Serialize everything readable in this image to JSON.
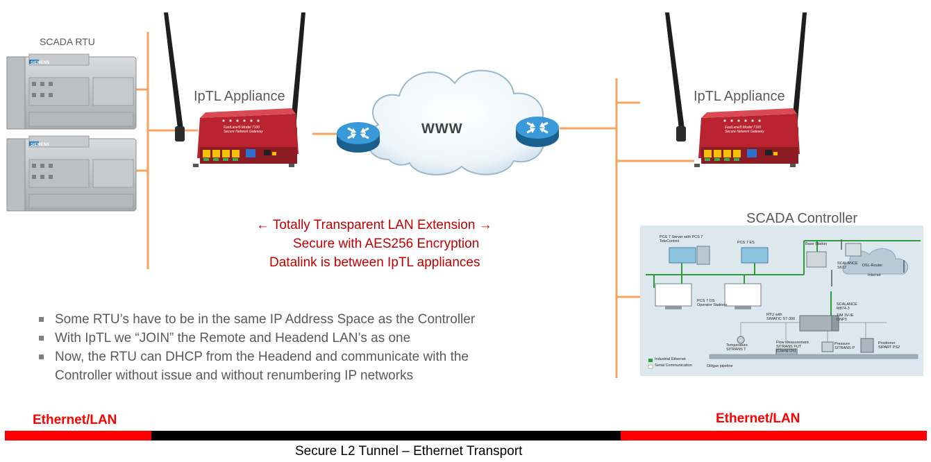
{
  "labels": {
    "scada_rtu": "SCADA RTU",
    "iptl_left": "IpTL Appliance",
    "iptl_right": "IpTL Appliance",
    "www": "WWW",
    "scada_controller": "SCADA Controller"
  },
  "center_text": {
    "line1": "← Totally Transparent LAN Extension →",
    "line2": "Secure with AES256 Encryption",
    "line3": "Datalink is between IpTL appliances"
  },
  "bullets": [
    "Some RTU’s have to be in the same IP Address Space as the Controller",
    "With IpTL we “JOIN” the Remote and Headend LAN’s as one",
    "Now, the RTU can DHCP from the Headend and communicate with the Controller without issue and without renumbering IP networks"
  ],
  "bottom": {
    "ethernet_left": "Ethernet/LAN",
    "ethernet_right": "Ethernet/LAN",
    "tunnel": "Secure L2 Tunnel – Ethernet Transport"
  },
  "device": {
    "brand": "SIEMENS",
    "model_line1": "FastLane® Model 7100",
    "model_line2": "Secure Network Gateway"
  },
  "controller_diagram": {
    "pcs7_server": "PCS 7 Server with PCS 7",
    "telecontrol": "TeleControl",
    "pcs7_es": "PCS 7 ES",
    "base_station": "Base Station",
    "scalance_s612": "SCALANCE",
    "scalance_s612_model": "S612",
    "dsl_router": "DSL-Router",
    "internet": "Internet",
    "pcs7_os": "PCS 7 OS",
    "operator_stations": "Operator Stations",
    "scalance_m874": "SCALANCE",
    "m874_model": "M874-3",
    "tim": "TIM 3V-IE",
    "dnp3": "DNP3",
    "rtu_with": "RTU with",
    "simatic": "SIMATIC S7-300",
    "temperature": "Temperature",
    "sitrans_t": "SITRANS T",
    "flow": "Flow Measurement",
    "sitrans_fut": "SITRANS FUT",
    "clamp_on": "(Clamp On)",
    "pressure": "Pressure",
    "sitrans_p": "SITRANS P",
    "positioner": "Positioner",
    "sipart": "SIPART PS2",
    "legend_ethernet": "Industrial Ethernet",
    "legend_serial": "Serial Communication",
    "pipeline": "Oil/gas pipeline"
  },
  "colors": {
    "orange_line": "#f4a460",
    "red": "#ff0000",
    "dark_red": "#c00000",
    "router_blue": "#2e86c1",
    "panel_bg": "#dce8ee",
    "industrial_ethernet": "#2e9a3a"
  }
}
